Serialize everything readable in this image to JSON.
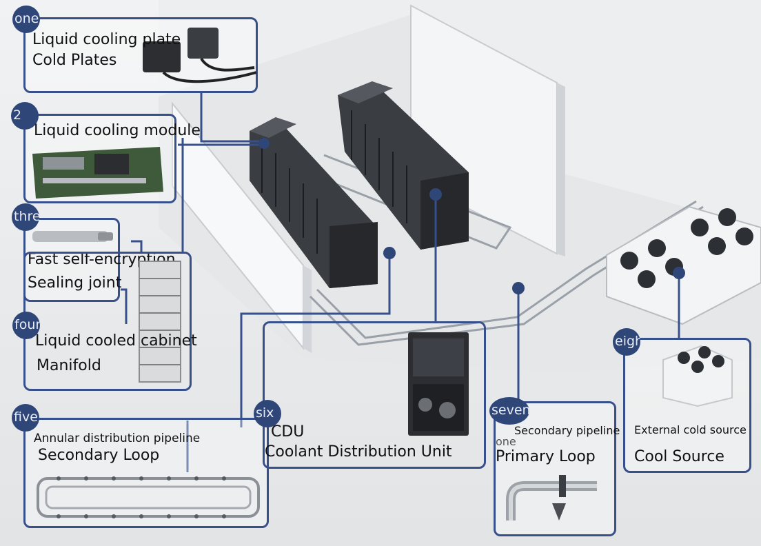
{
  "callouts": [
    {
      "id": "one",
      "number": "one",
      "line1": "Liquid cooling plate",
      "line2": "Cold Plates"
    },
    {
      "id": "two",
      "number": "2",
      "line1": "Liquid cooling module"
    },
    {
      "id": "three",
      "number": "three",
      "line1": "Fast self-encryption",
      "line2": "Sealing joint"
    },
    {
      "id": "four",
      "number": "four",
      "line1": "Liquid cooled cabinet",
      "line2": "Manifold"
    },
    {
      "id": "five",
      "number": "five",
      "line1": "Annular distribution pipeline",
      "line2": "Secondary Loop"
    },
    {
      "id": "six",
      "number": "six",
      "line1": "CDU",
      "line2": "Coolant Distribution Unit"
    },
    {
      "id": "seven",
      "number": "seven",
      "line1": "Secondary pipeline",
      "line2": "one",
      "line3": "Primary Loop"
    },
    {
      "id": "eight",
      "number": "eight",
      "line1": "External cold source",
      "line2": "Cool Source"
    }
  ],
  "colors": {
    "accent": "#37508c",
    "badge": "#2f4678",
    "rack": "#2b2d30",
    "floor": "#e4e6e8"
  },
  "icons": [
    "cold-plate-icon",
    "cooling-module-icon",
    "quick-connector-icon",
    "manifold-icon",
    "ring-pipeline-icon",
    "cdu-unit-icon",
    "pipe-elbow-icon",
    "cooling-tower-icon",
    "server-rack-icon",
    "dry-cooler-icon"
  ]
}
